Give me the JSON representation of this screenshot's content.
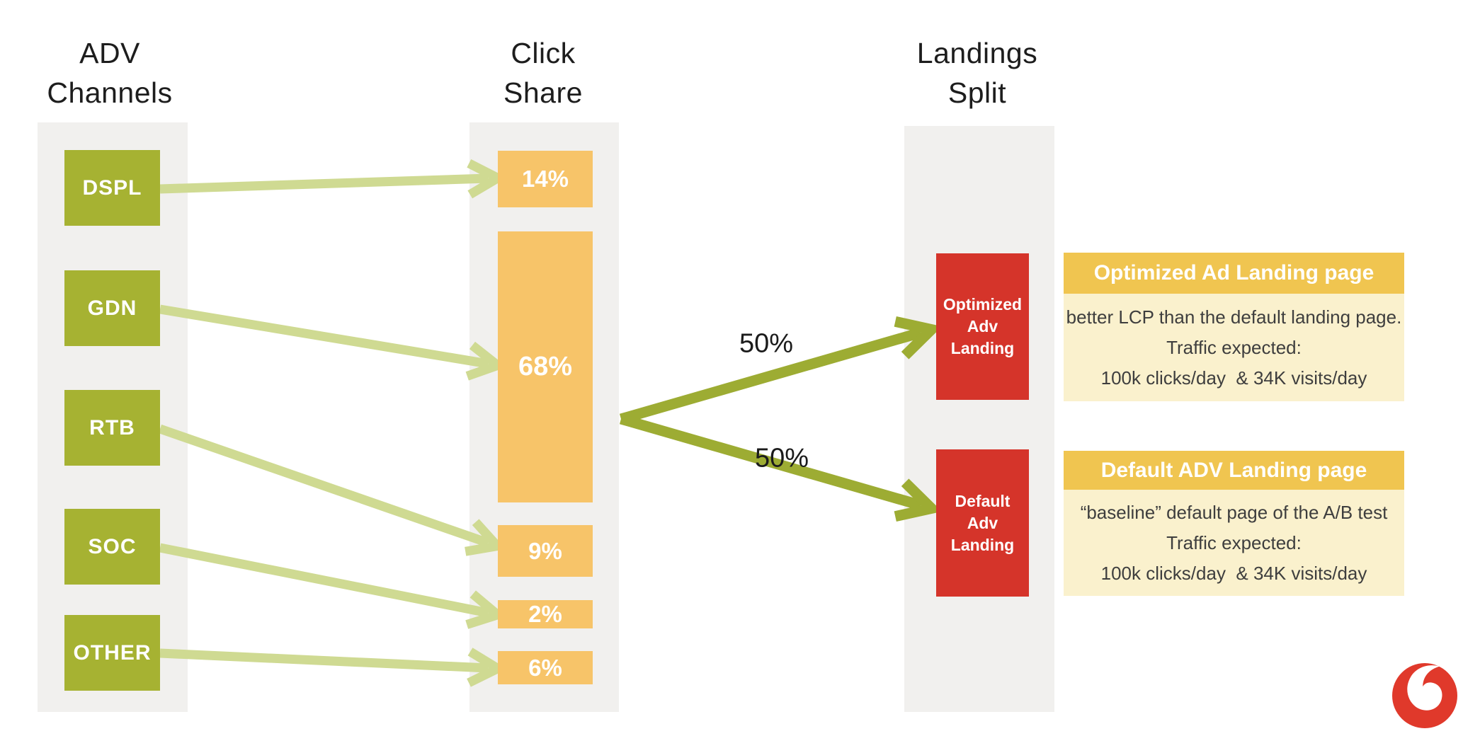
{
  "headers": {
    "channels": [
      "ADV",
      "Channels"
    ],
    "click": [
      "Click",
      "Share"
    ],
    "landings": [
      "Landings",
      "Split"
    ]
  },
  "channels": [
    {
      "label": "DSPL"
    },
    {
      "label": "GDN"
    },
    {
      "label": "RTB"
    },
    {
      "label": "SOC"
    },
    {
      "label": "OTHER"
    }
  ],
  "click_share": [
    {
      "label": "14%"
    },
    {
      "label": "68%"
    },
    {
      "label": "9%"
    },
    {
      "label": "2%"
    },
    {
      "label": "6%"
    }
  ],
  "split_labels": [
    "50%",
    "50%"
  ],
  "landings": [
    {
      "lines": [
        "Optimized",
        "Adv",
        "Landing"
      ]
    },
    {
      "lines": [
        "Default",
        "Adv",
        "Landing"
      ]
    }
  ],
  "cards": [
    {
      "title": "Optimized Ad Landing page",
      "lines": [
        "better LCP than the default landing page.",
        "Traffic expected:",
        "100k clicks/day  & 34K visits/day"
      ]
    },
    {
      "title": "Default ADV Landing page",
      "lines": [
        "“baseline” default page of the A/B test",
        "Traffic expected:",
        "100k clicks/day  & 34K visits/day"
      ]
    }
  ],
  "logo_icon": "vodafone-speechmark-icon",
  "colors": {
    "channel_green": "#a6b232",
    "arrow_light": "#cfda92",
    "arrow_dark": "#9dac33",
    "share_orange": "#f7c469",
    "landing_red": "#d5342a",
    "column_gray": "#f1f0ee",
    "card_header_yellow": "#f0c550",
    "card_body_yellow": "#faf1cd",
    "logo_red": "#e0392b",
    "header_text": "#1d1d1d"
  }
}
